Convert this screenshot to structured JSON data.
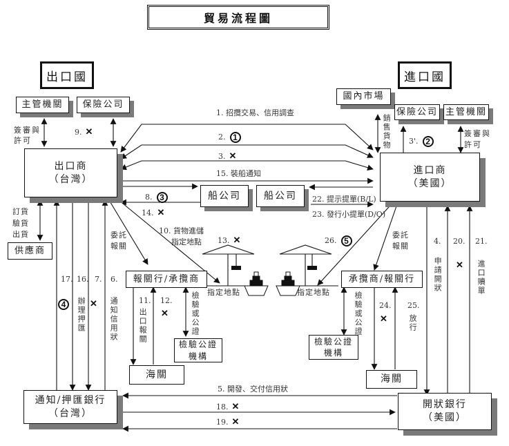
{
  "title": "貿易流程圖",
  "exporter_side": {
    "country_label": "出口國",
    "authority": "主管機關",
    "insurance": "保險公司",
    "approval_label": "簽審與許可",
    "exporter": {
      "name": "出口商",
      "location": "（台灣）"
    },
    "supplier_label": "訂貨驗貨出貨",
    "supplier": "供應商",
    "broker": "報關行/承攬商",
    "customs": "海關",
    "inspection": "檢驗公證機構",
    "inspection_label": "檢驗或公證",
    "export_declaration_label": "出口報關",
    "entrust_label": "委託報關",
    "designated_place": "指定地點",
    "shipping_co": "船公司",
    "bank": {
      "name": "通知/押匯銀行",
      "location": "（台灣）"
    }
  },
  "importer_side": {
    "country_label": "進口國",
    "domestic_market": "國內市場",
    "sell_label": "銷售貨物",
    "insurance": "保險公司",
    "authority": "主管機關",
    "approval_label": "簽審與許可",
    "importer": {
      "name": "進口商",
      "location": "（美國）"
    },
    "broker": "承攬商/報關行",
    "customs": "海關",
    "inspection": "檢驗公證機構",
    "inspection_label": "檢驗或公證",
    "entrust_label": "委託報關",
    "designated_place": "指定地點",
    "shipping_co": "船公司",
    "release_label": "放行",
    "bank": {
      "name": "開狀銀行",
      "location": "（美國）"
    }
  },
  "steps": {
    "s1": "1. 招攬交易、信用調查",
    "s2": "2.",
    "s3": "3.",
    "s3p": "3'.",
    "s4": "4.",
    "s4_text": "申請開狀",
    "s5": "5. 開發、交付信用狀",
    "s6": "6.",
    "s6_text": "通知信用狀",
    "s7": "7.",
    "s8": "8.",
    "s9": "9.",
    "s10": "10. 貨物進儲",
    "s10b": "指定地點",
    "s11": "11.",
    "s12": "12.",
    "s13": "13.",
    "s14": "14.",
    "s15": "15. 裝船通知",
    "s16": "16.",
    "s16_text": "辦理押匯",
    "s17": "17.",
    "s18": "18.",
    "s19": "19.",
    "s20": "20.",
    "s21": "21.",
    "s21_text": "進口贖單",
    "s22": "22. 提示提單(B/L)",
    "s23": "23. 發行小提單(D/O)",
    "s24": "24.",
    "s25": "25.",
    "s26": "26."
  },
  "markers": {
    "c1": "1",
    "c2": "2",
    "c3": "3",
    "c4": "4",
    "c5": "5",
    "cross": "✕"
  }
}
